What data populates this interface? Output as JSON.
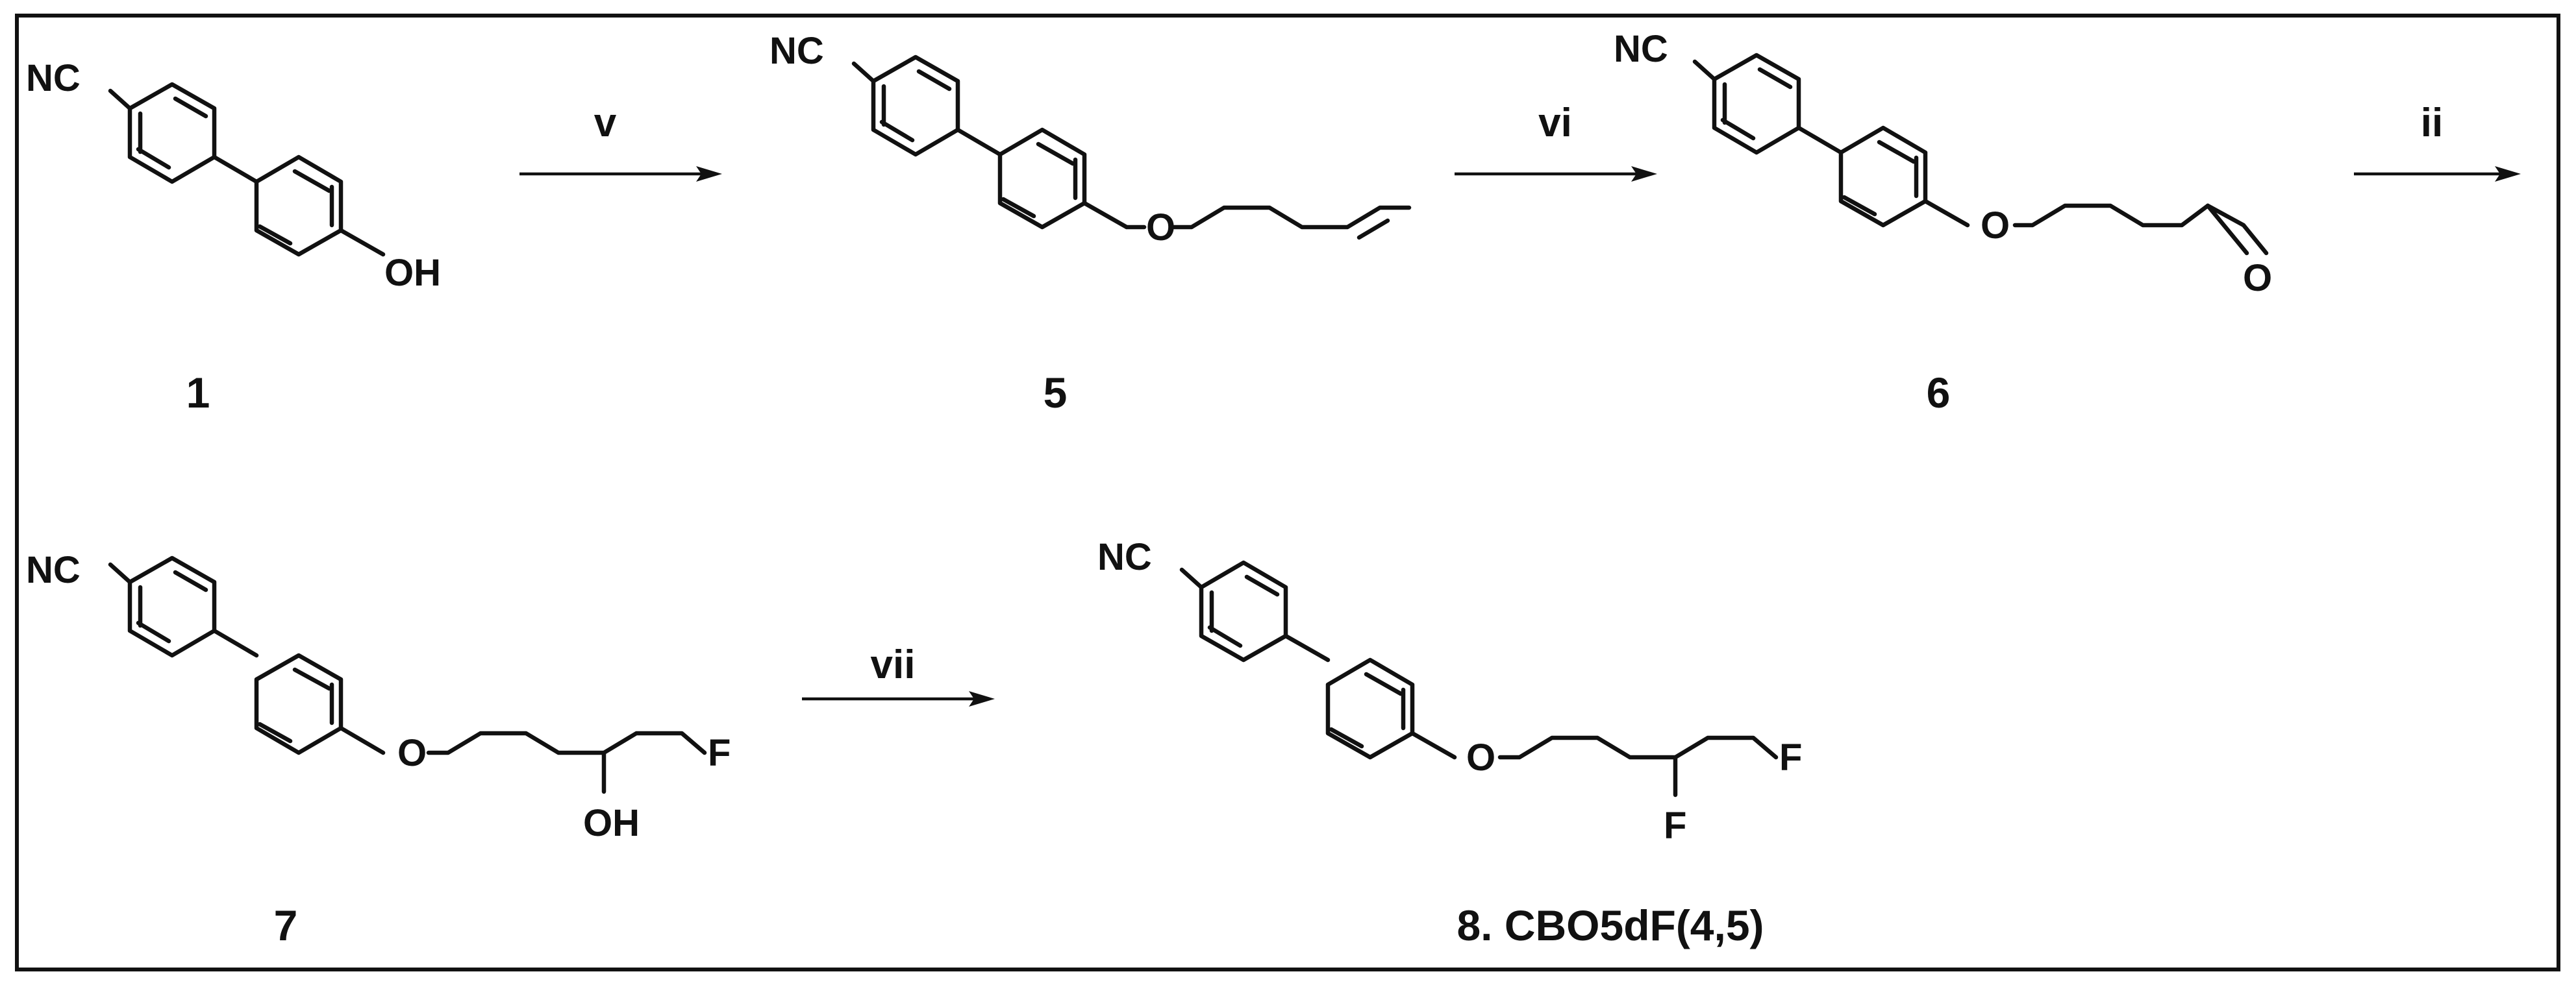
{
  "compounds": {
    "c1": {
      "id": "1",
      "groups": [
        "NC",
        "OH"
      ]
    },
    "c5": {
      "id": "5",
      "groups": [
        "NC",
        "O"
      ]
    },
    "c6": {
      "id": "6",
      "groups": [
        "NC",
        "O",
        "O"
      ]
    },
    "c7": {
      "id": "7",
      "groups": [
        "NC",
        "O",
        "F",
        "OH"
      ]
    },
    "c8": {
      "id": "8. CBO5dF(4,5)",
      "groups": [
        "NC",
        "O",
        "F",
        "F"
      ]
    }
  },
  "reagents": {
    "step1": "v",
    "step2": "vi",
    "step3": "ii",
    "step4": "vii"
  },
  "colors": {
    "ink": "#111111",
    "background": "#ffffff"
  }
}
